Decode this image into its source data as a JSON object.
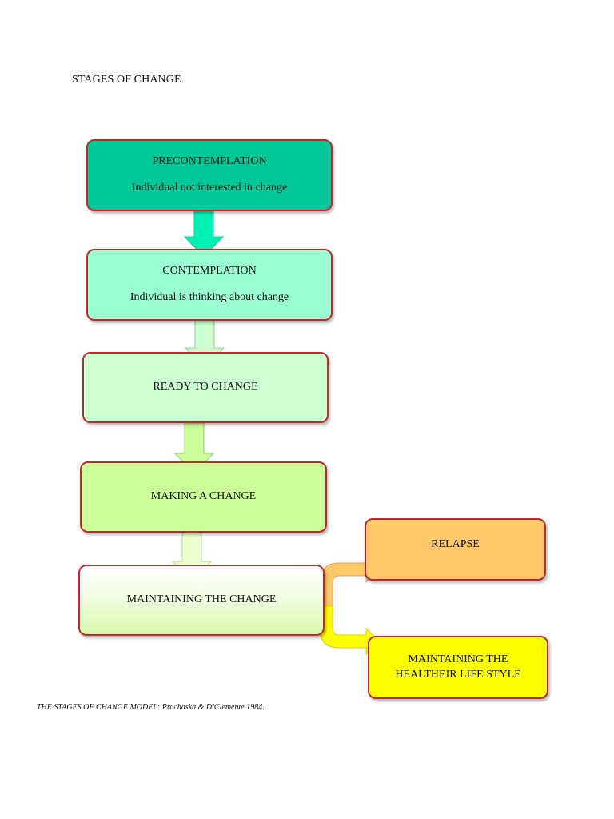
{
  "heading": "STAGES OF CHANGE",
  "stages": [
    {
      "title": "PRECONTEMPLATION",
      "subtitle": "Individual not interested in change",
      "color": "#00c896"
    },
    {
      "title": "CONTEMPLATION",
      "subtitle": "Individual is thinking about change",
      "color": "#99ffd2"
    },
    {
      "title": "READY TO CHANGE",
      "color": "#ccffd2"
    },
    {
      "title": "MAKING A CHANGE",
      "color": "#ccff99"
    },
    {
      "title": "MAINTAINING THE CHANGE",
      "color": "#eefbd9"
    }
  ],
  "outcomes": [
    {
      "title": "RELAPSE",
      "color": "#ffc96a"
    },
    {
      "title": "MAINTAINING THE\nHEALTHEIR LIFE STYLE",
      "color": "#ffff00"
    }
  ],
  "colors": {
    "border": "#c0282d",
    "arrow_1": "#00f0b4",
    "arrow_2": "#ccffd2",
    "arrow_3": "#ccff99",
    "arrow_4": "#eeffd0",
    "arrow_relapse": "#ffc96a",
    "arrow_maintain": "#ffff00"
  },
  "caption": "THE STAGES OF CHANGE MODEL: Prochaska & DiClemente 1984."
}
